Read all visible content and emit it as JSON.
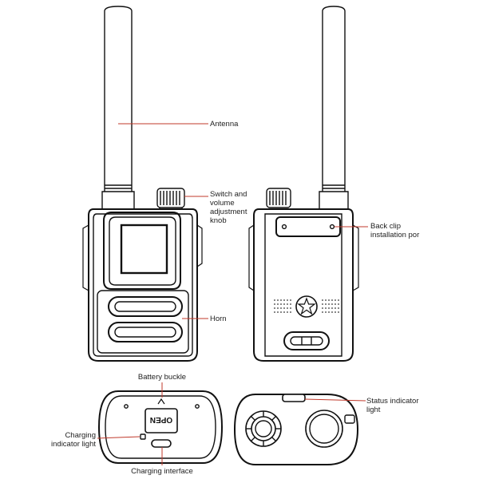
{
  "labels": {
    "antenna": "Antenna",
    "switch_knob": [
      "Switch and",
      "volume",
      "adjustment",
      "knob"
    ],
    "back_clip": [
      "Back clip",
      "installation por"
    ],
    "horn": "Horn",
    "battery_buckle": "Battery buckle",
    "charging_indicator": [
      "Charging",
      "indicator light"
    ],
    "charging_interface": "Charging interface",
    "status_indicator": [
      "Status indicator",
      "light"
    ],
    "open_text": "OPEN"
  },
  "colors": {
    "outline": "#111111",
    "leader_line": "#c0392b",
    "background": "#ffffff"
  }
}
